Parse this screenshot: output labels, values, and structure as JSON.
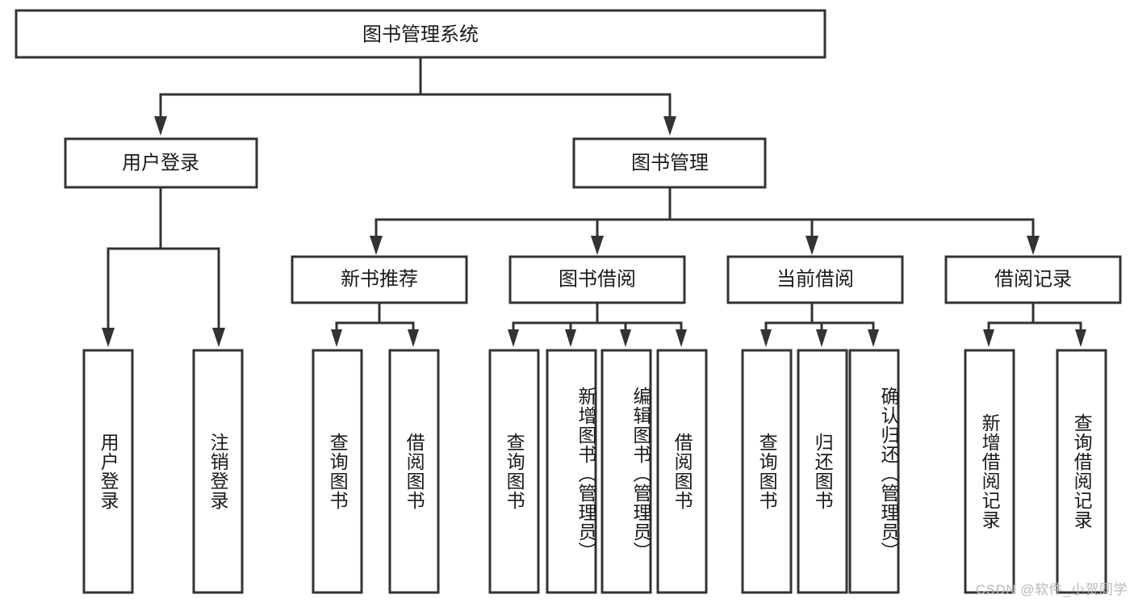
{
  "diagram": {
    "type": "tree-hierarchy",
    "title": "图书管理系统",
    "theme": {
      "background": "#ffffff",
      "box_fill": "#ffffff",
      "box_stroke": "#333333",
      "text_color": "#1a1a1a",
      "watermark_color": "#b9b9b9"
    },
    "levels": {
      "level1": [
        {
          "id": "root",
          "label": "图书管理系统"
        }
      ],
      "level2": [
        {
          "id": "user-login",
          "label": "用户登录",
          "parent": "root"
        },
        {
          "id": "book-manage",
          "label": "图书管理",
          "parent": "root"
        }
      ],
      "level3": [
        {
          "id": "new-book-recommend",
          "label": "新书推荐",
          "parent": "book-manage"
        },
        {
          "id": "book-borrow",
          "label": "图书借阅",
          "parent": "book-manage"
        },
        {
          "id": "current-borrow",
          "label": "当前借阅",
          "parent": "book-manage"
        },
        {
          "id": "borrow-record",
          "label": "借阅记录",
          "parent": "book-manage"
        }
      ],
      "leaves": [
        {
          "id": "leaf-user-login",
          "label": "用户登录",
          "parent": "user-login"
        },
        {
          "id": "leaf-logout-login",
          "label": "注销登录",
          "parent": "user-login"
        },
        {
          "id": "leaf-query-book-1",
          "label": "查询图书",
          "parent": "new-book-recommend"
        },
        {
          "id": "leaf-borrow-book-1",
          "label": "借阅图书",
          "parent": "new-book-recommend"
        },
        {
          "id": "leaf-query-book-2",
          "label": "查询图书",
          "parent": "book-borrow"
        },
        {
          "id": "leaf-add-book",
          "label": "新增图书（管理员）",
          "parent": "book-borrow"
        },
        {
          "id": "leaf-edit-book",
          "label": "编辑图书（管理员）",
          "parent": "book-borrow"
        },
        {
          "id": "leaf-borrow-book-2",
          "label": "借阅图书",
          "parent": "book-borrow"
        },
        {
          "id": "leaf-query-book-3",
          "label": "查询图书",
          "parent": "current-borrow"
        },
        {
          "id": "leaf-return-book",
          "label": "归还图书",
          "parent": "current-borrow"
        },
        {
          "id": "leaf-confirm-return",
          "label": "确认归还（管理员）",
          "parent": "current-borrow"
        },
        {
          "id": "leaf-add-record",
          "label": "新增借阅记录",
          "parent": "borrow-record"
        },
        {
          "id": "leaf-query-record",
          "label": "查询借阅记录",
          "parent": "borrow-record"
        }
      ]
    },
    "watermark": "CSDN @软件_小贺同学"
  }
}
